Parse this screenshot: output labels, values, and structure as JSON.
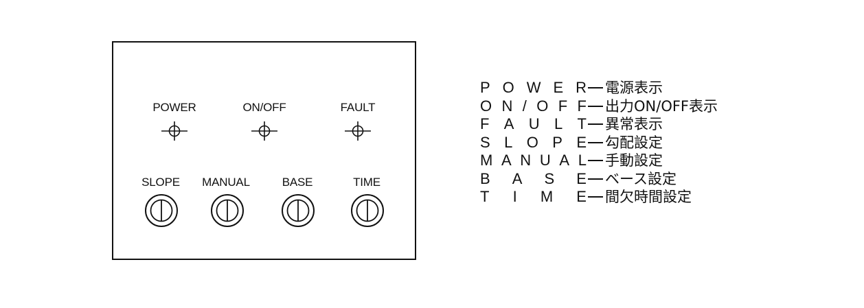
{
  "panel": {
    "indicators": [
      {
        "id": "power",
        "label": "POWER"
      },
      {
        "id": "onoff",
        "label": "ON/OFF"
      },
      {
        "id": "fault",
        "label": "FAULT"
      }
    ],
    "knobs": [
      {
        "id": "slope",
        "label": "SLOPE"
      },
      {
        "id": "manual",
        "label": "MANUAL"
      },
      {
        "id": "base",
        "label": "BASE"
      },
      {
        "id": "time",
        "label": "TIME"
      }
    ]
  },
  "legend": [
    {
      "id": "power",
      "key": "POWER",
      "desc": "電源表示"
    },
    {
      "id": "onoff",
      "key": "ON/OFF",
      "desc": "出力ON/OFF表示"
    },
    {
      "id": "fault",
      "key": "FAULT",
      "desc": "異常表示"
    },
    {
      "id": "slope",
      "key": "SLOPE",
      "desc": "勾配設定"
    },
    {
      "id": "manual",
      "key": "MANUAL",
      "desc": "手動設定"
    },
    {
      "id": "base",
      "key": "BASE",
      "desc": "ベース設定"
    },
    {
      "id": "time",
      "key": "TIME",
      "desc": "間欠時間設定"
    }
  ],
  "colors": {
    "ink": "#111111",
    "background": "#ffffff"
  },
  "icons": {
    "indicator": "indicator-lamp-icon",
    "knob": "rotary-knob-icon"
  }
}
